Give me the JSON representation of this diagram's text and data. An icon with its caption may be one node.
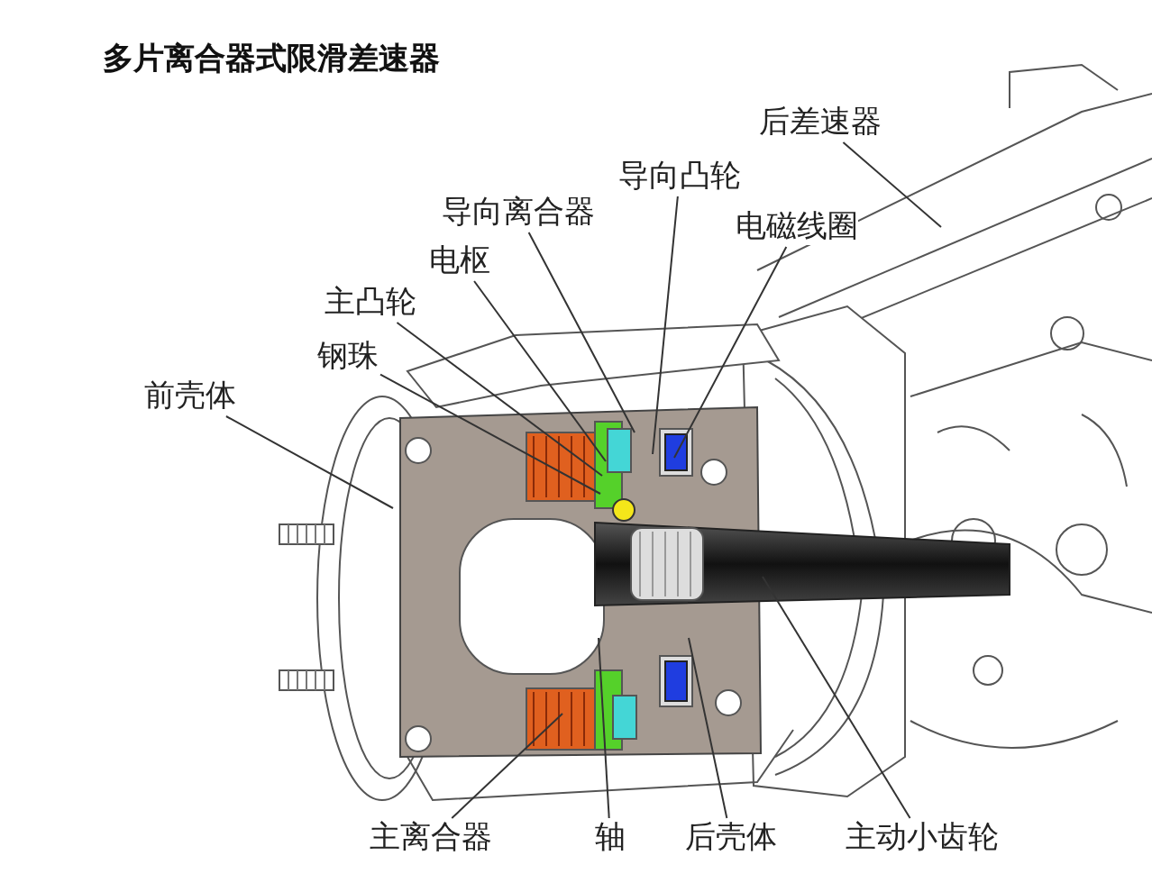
{
  "diagram": {
    "title": "多片离合器式限滑差速器",
    "nodes": [
      {
        "text": [
          "后差速器"
        ]
      },
      {
        "text": [
          "导向凸轮"
        ]
      },
      {
        "text": [
          "导向离合器"
        ]
      },
      {
        "text": [
          "电磁线圈"
        ]
      },
      {
        "text": [
          "电枢"
        ]
      },
      {
        "text": [
          "主凸轮"
        ]
      },
      {
        "text": [
          "钢珠"
        ]
      },
      {
        "text": [
          "前壳体"
        ]
      },
      {
        "text": [
          "主离合器"
        ]
      },
      {
        "text": [
          "轴"
        ]
      },
      {
        "text": [
          "后壳体"
        ]
      },
      {
        "text": [
          "主动小齿轮"
        ]
      }
    ],
    "edges": [
      {
        "from": 0,
        "to": null,
        "arrow": "none"
      },
      {
        "from": 1,
        "to": null,
        "arrow": "none"
      },
      {
        "from": 2,
        "to": null,
        "arrow": "none"
      },
      {
        "from": 3,
        "to": null,
        "arrow": "none"
      },
      {
        "from": 4,
        "to": null,
        "arrow": "none"
      },
      {
        "from": 5,
        "to": null,
        "arrow": "none"
      },
      {
        "from": 6,
        "to": null,
        "arrow": "none"
      },
      {
        "from": 7,
        "to": null,
        "arrow": "none"
      },
      {
        "from": 8,
        "to": null,
        "arrow": "none"
      },
      {
        "from": 9,
        "to": null,
        "arrow": "none"
      },
      {
        "from": 10,
        "to": null,
        "arrow": "none"
      },
      {
        "from": 11,
        "to": null,
        "arrow": "none"
      }
    ]
  }
}
